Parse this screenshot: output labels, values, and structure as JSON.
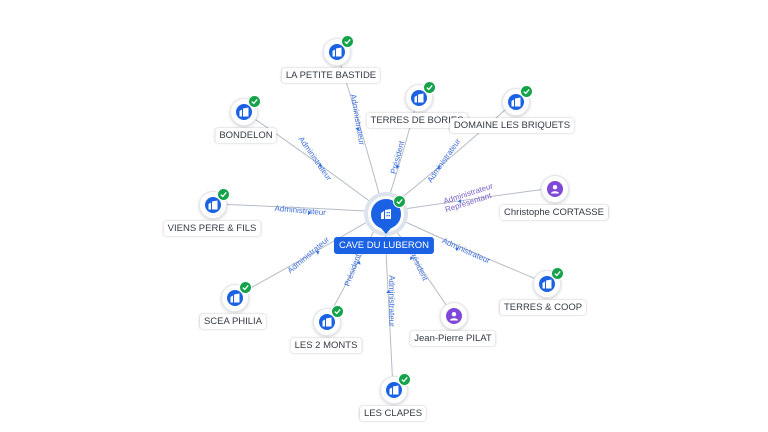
{
  "center": {
    "name": "CAVE DU LUBERON",
    "icon": "company-building-icon",
    "verified": true
  },
  "nodes": [
    {
      "id": "petite-bastide",
      "name": "LA PETITE BASTIDE",
      "type": "company",
      "verified": true,
      "relation": "Administrateur"
    },
    {
      "id": "bondelon",
      "name": "BONDELON",
      "type": "company",
      "verified": true,
      "relation": "Administrateur"
    },
    {
      "id": "terres-bories",
      "name": "TERRES DE BORIES",
      "type": "company",
      "verified": true,
      "relation": "Président"
    },
    {
      "id": "briquets",
      "name": "DOMAINE LES BRIQUETS",
      "type": "company",
      "verified": true,
      "relation": "Administrateur"
    },
    {
      "id": "cortasse",
      "name": "Christophe CORTASSE",
      "type": "person",
      "verified": false,
      "relation": "Administrateur",
      "relation2": "Représentant"
    },
    {
      "id": "viens",
      "name": "VIENS PERE & FILS",
      "type": "company",
      "verified": true,
      "relation": "Administrateur"
    },
    {
      "id": "terres-coop",
      "name": "TERRES & COOP",
      "type": "company",
      "verified": true,
      "relation": "Administrateur"
    },
    {
      "id": "scea-philia",
      "name": "SCEA PHILIA",
      "type": "company",
      "verified": true,
      "relation": "Administrateur"
    },
    {
      "id": "deux-monts",
      "name": "LES 2 MONTS",
      "type": "company",
      "verified": true,
      "relation": "Président"
    },
    {
      "id": "pilat",
      "name": "Jean-Pierre PILAT",
      "type": "person",
      "verified": false,
      "relation": "Président"
    },
    {
      "id": "clapes",
      "name": "LES CLAPES",
      "type": "company",
      "verified": true,
      "relation": "Administrateur"
    }
  ],
  "colors": {
    "company": "#1a62e3",
    "person": "#8048d8",
    "verified": "#14a34a",
    "edge": "#b4bcc8",
    "edge_label": "#3f6fd8"
  },
  "icons": {
    "company": "building-icon",
    "person": "person-icon",
    "verified": "check-icon"
  }
}
